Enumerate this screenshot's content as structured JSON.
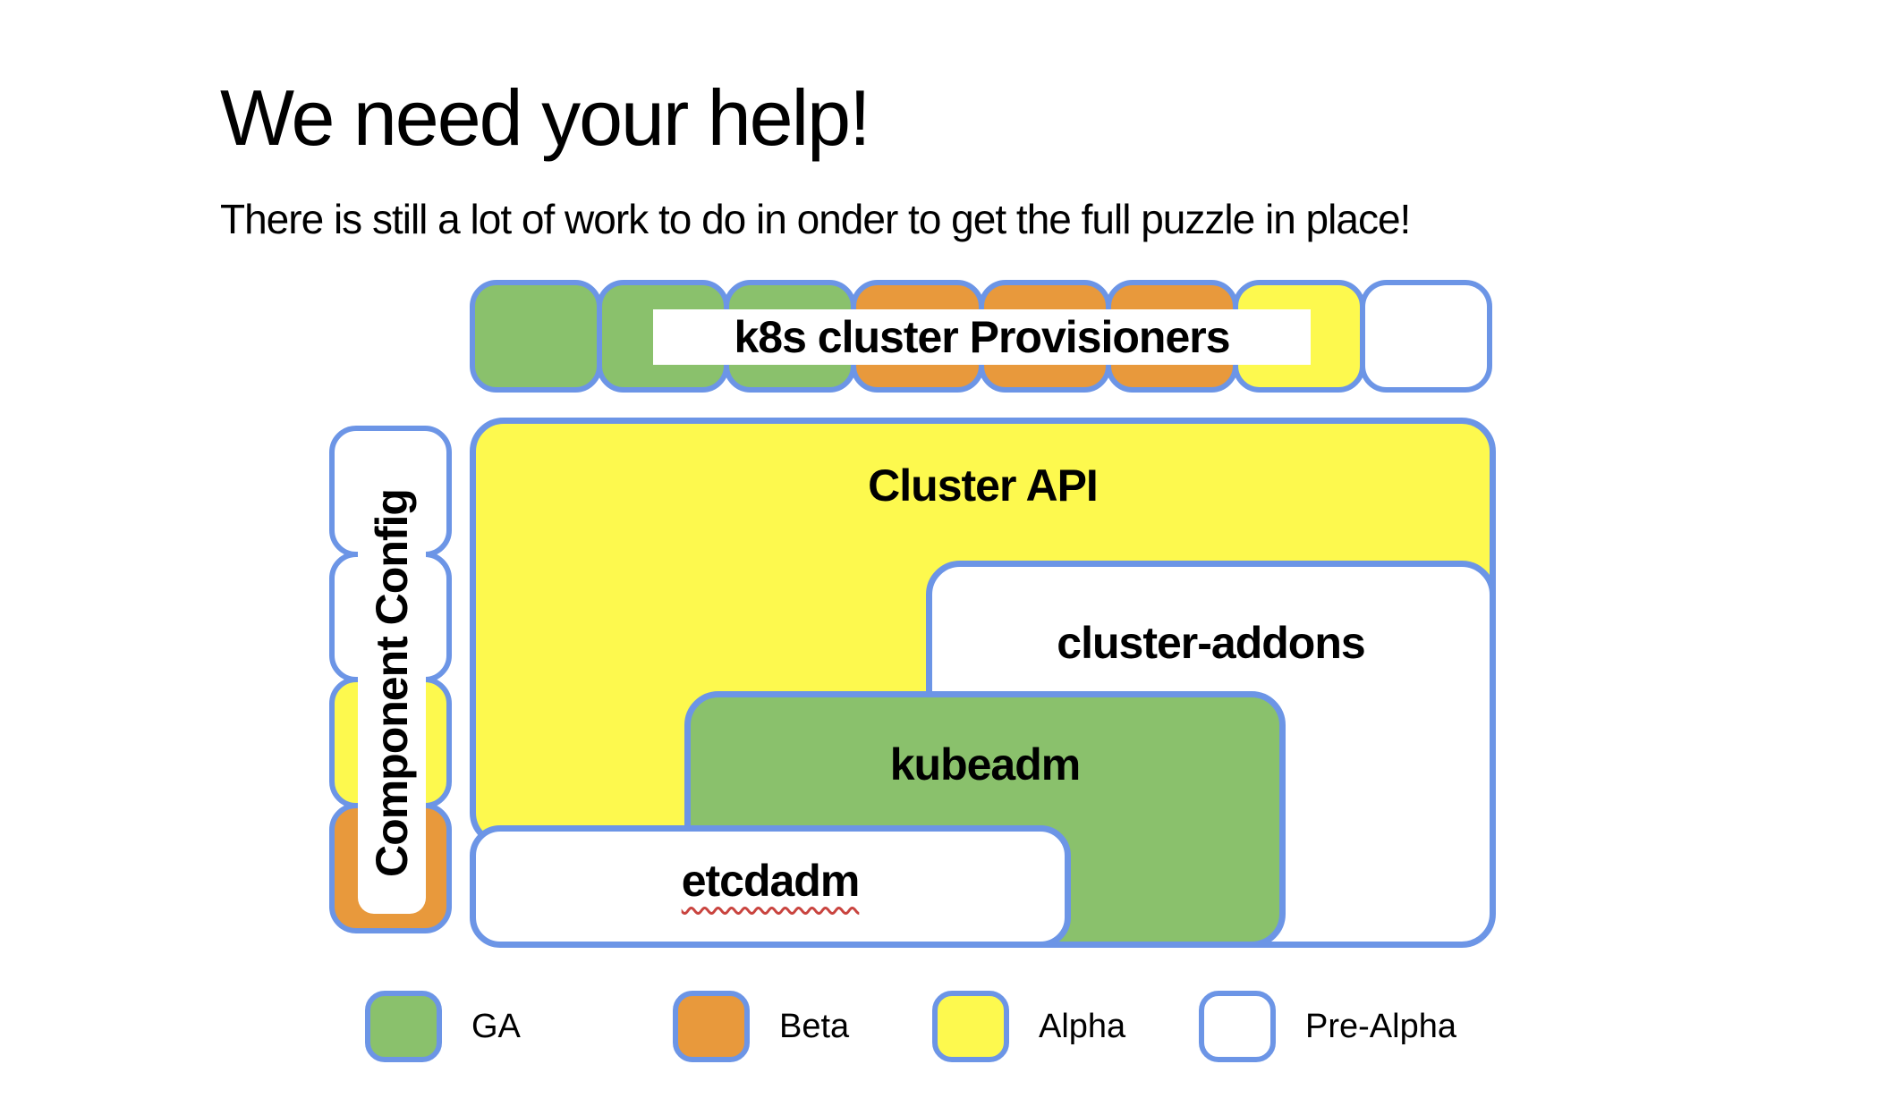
{
  "header": {
    "title": "We need your help!",
    "subtitle": "There is still a lot of work to do in onder to get the full puzzle in place!"
  },
  "colors": {
    "ga_green": "#8ac16c",
    "beta_orange": "#e8993c",
    "alpha_yellow": "#fdf94e",
    "pre_alpha_white": "#ffffff",
    "border_blue": "#6c95e6",
    "spellcheck_red": "#c9443f",
    "text_black": "#000000",
    "background": "#ffffff"
  },
  "diagram": {
    "provisioners_label": "k8s cluster Provisioners",
    "provisioner_pieces": [
      "ga",
      "ga",
      "ga",
      "beta",
      "beta",
      "beta",
      "alpha",
      "pre-alpha"
    ],
    "cluster_api": {
      "label": "Cluster API",
      "status": "alpha"
    },
    "cluster_addons": {
      "label": "cluster-addons",
      "status": "pre-alpha"
    },
    "kubeadm": {
      "label": "kubeadm",
      "status": "ga"
    },
    "etcdadm": {
      "label": "etcdadm",
      "status": "pre-alpha",
      "spellcheck_underline": true
    },
    "component_config": {
      "label": "Component Config",
      "pieces": [
        "pre-alpha",
        "pre-alpha",
        "alpha",
        "beta"
      ]
    }
  },
  "legend": {
    "items": [
      {
        "label": "GA",
        "status": "ga"
      },
      {
        "label": "Beta",
        "status": "beta"
      },
      {
        "label": "Alpha",
        "status": "alpha"
      },
      {
        "label": "Pre-Alpha",
        "status": "pre-alpha"
      }
    ]
  }
}
